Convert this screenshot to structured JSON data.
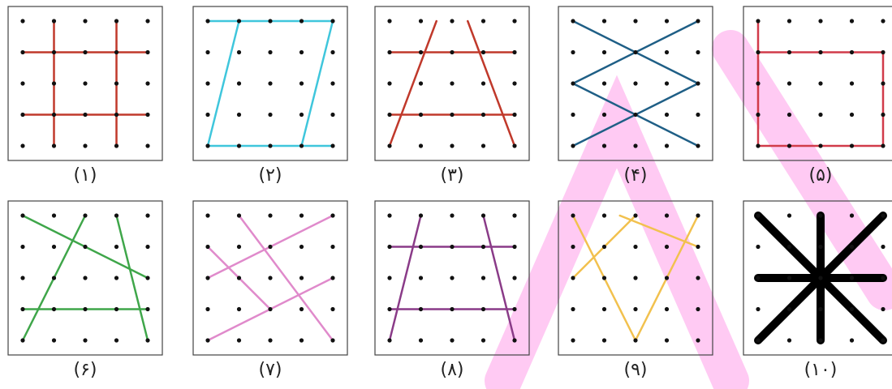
{
  "colors": {
    "frame": "#444444",
    "dot": "#111111",
    "watermark": "#ff66dd"
  },
  "panels": [
    {
      "caption": "(۱)",
      "color": "#c0392b",
      "stroke": "thin",
      "segments": [
        [
          [
            0,
            1
          ],
          [
            4,
            1
          ]
        ],
        [
          [
            0,
            3
          ],
          [
            4,
            3
          ]
        ],
        [
          [
            1,
            0
          ],
          [
            1,
            4
          ]
        ],
        [
          [
            3,
            0
          ],
          [
            3,
            4
          ]
        ]
      ]
    },
    {
      "caption": "(۲)",
      "color": "#3fc6dc",
      "stroke": "thin",
      "segments": [
        [
          [
            0,
            0
          ],
          [
            4,
            0
          ]
        ],
        [
          [
            0,
            4
          ],
          [
            4,
            4
          ]
        ],
        [
          [
            1,
            0
          ],
          [
            0,
            4
          ]
        ],
        [
          [
            4,
            0
          ],
          [
            3,
            4
          ]
        ]
      ]
    },
    {
      "caption": "(۳)",
      "color": "#c0392b",
      "stroke": "thin",
      "segments": [
        [
          [
            0,
            1
          ],
          [
            4,
            1
          ]
        ],
        [
          [
            0,
            3
          ],
          [
            4,
            3
          ]
        ],
        [
          [
            1.5,
            0
          ],
          [
            0,
            4
          ]
        ],
        [
          [
            2.5,
            0
          ],
          [
            4,
            4
          ]
        ]
      ]
    },
    {
      "caption": "(۴)",
      "color": "#1f5f86",
      "stroke": "thin",
      "segments": [
        [
          [
            0,
            0
          ],
          [
            4,
            2
          ]
        ],
        [
          [
            4,
            0
          ],
          [
            0,
            2
          ]
        ],
        [
          [
            0,
            2
          ],
          [
            4,
            4
          ]
        ],
        [
          [
            4,
            2
          ],
          [
            0,
            4
          ]
        ]
      ]
    },
    {
      "caption": "(۵)",
      "color": "#d13b4a",
      "stroke": "thin",
      "segments": [
        [
          [
            0,
            0
          ],
          [
            0,
            4
          ]
        ],
        [
          [
            0,
            4
          ],
          [
            4,
            4
          ]
        ],
        [
          [
            4,
            4
          ],
          [
            4,
            1
          ]
        ],
        [
          [
            4,
            1
          ],
          [
            0,
            1
          ]
        ]
      ]
    },
    {
      "caption": "(۶)",
      "color": "#3fa64a",
      "stroke": "thin",
      "segments": [
        [
          [
            0,
            0
          ],
          [
            4,
            2
          ]
        ],
        [
          [
            0,
            3
          ],
          [
            4,
            3
          ]
        ],
        [
          [
            2,
            0
          ],
          [
            0,
            4
          ]
        ],
        [
          [
            3,
            0
          ],
          [
            4,
            4
          ]
        ]
      ]
    },
    {
      "caption": "(۷)",
      "color": "#e08acb",
      "stroke": "thin",
      "segments": [
        [
          [
            1,
            0
          ],
          [
            4,
            4
          ]
        ],
        [
          [
            0,
            1
          ],
          [
            2,
            3
          ]
        ],
        [
          [
            4,
            0
          ],
          [
            0,
            2
          ]
        ],
        [
          [
            4,
            2
          ],
          [
            0,
            4
          ]
        ]
      ]
    },
    {
      "caption": "(۸)",
      "color": "#8a3b88",
      "stroke": "thin",
      "segments": [
        [
          [
            0,
            1
          ],
          [
            4,
            1
          ]
        ],
        [
          [
            0,
            3
          ],
          [
            4,
            3
          ]
        ],
        [
          [
            1,
            0
          ],
          [
            0,
            4
          ]
        ],
        [
          [
            3,
            0
          ],
          [
            4,
            4
          ]
        ]
      ]
    },
    {
      "caption": "(۹)",
      "color": "#f2c14e",
      "stroke": "thin",
      "segments": [
        [
          [
            0,
            0
          ],
          [
            2,
            4
          ]
        ],
        [
          [
            2,
            4
          ],
          [
            4,
            0
          ]
        ],
        [
          [
            0,
            2
          ],
          [
            2,
            0
          ]
        ],
        [
          [
            1.5,
            0
          ],
          [
            4,
            1
          ]
        ]
      ]
    },
    {
      "caption": "(۱۰)",
      "color": "#000000",
      "stroke": "thick",
      "segments": [
        [
          [
            0,
            0
          ],
          [
            4,
            4
          ]
        ],
        [
          [
            4,
            0
          ],
          [
            0,
            4
          ]
        ],
        [
          [
            0,
            2
          ],
          [
            4,
            2
          ]
        ],
        [
          [
            2,
            0
          ],
          [
            2,
            4
          ]
        ]
      ]
    }
  ]
}
